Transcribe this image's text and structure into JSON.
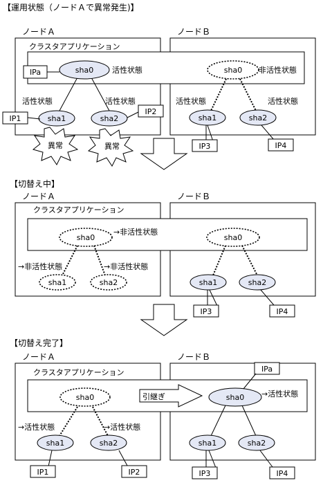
{
  "sections": {
    "s1_title": "【運用状態（ノードＡで異常発生)】",
    "s2_title": "【切替え中】",
    "s3_title": "【切替え完了】"
  },
  "labels": {
    "node_a": "ノードＡ",
    "node_b": "ノードＢ",
    "cluster_app": "クラスタアプリケーション",
    "sha0": "sha0",
    "sha1": "sha1",
    "sha2": "sha2",
    "active": "活性状態",
    "inactive": "非活性状態",
    "to_active": "→活性状態",
    "to_inactive": "→非活性状態",
    "error": "異常",
    "takeover": "引継ぎ",
    "ip_a": "IPa",
    "ip1": "IP1",
    "ip2": "IP2",
    "ip3": "IP3",
    "ip4": "IP4"
  },
  "colors": {
    "active_fill": "#e4e8f5",
    "line": "#000000",
    "background": "#ffffff"
  }
}
